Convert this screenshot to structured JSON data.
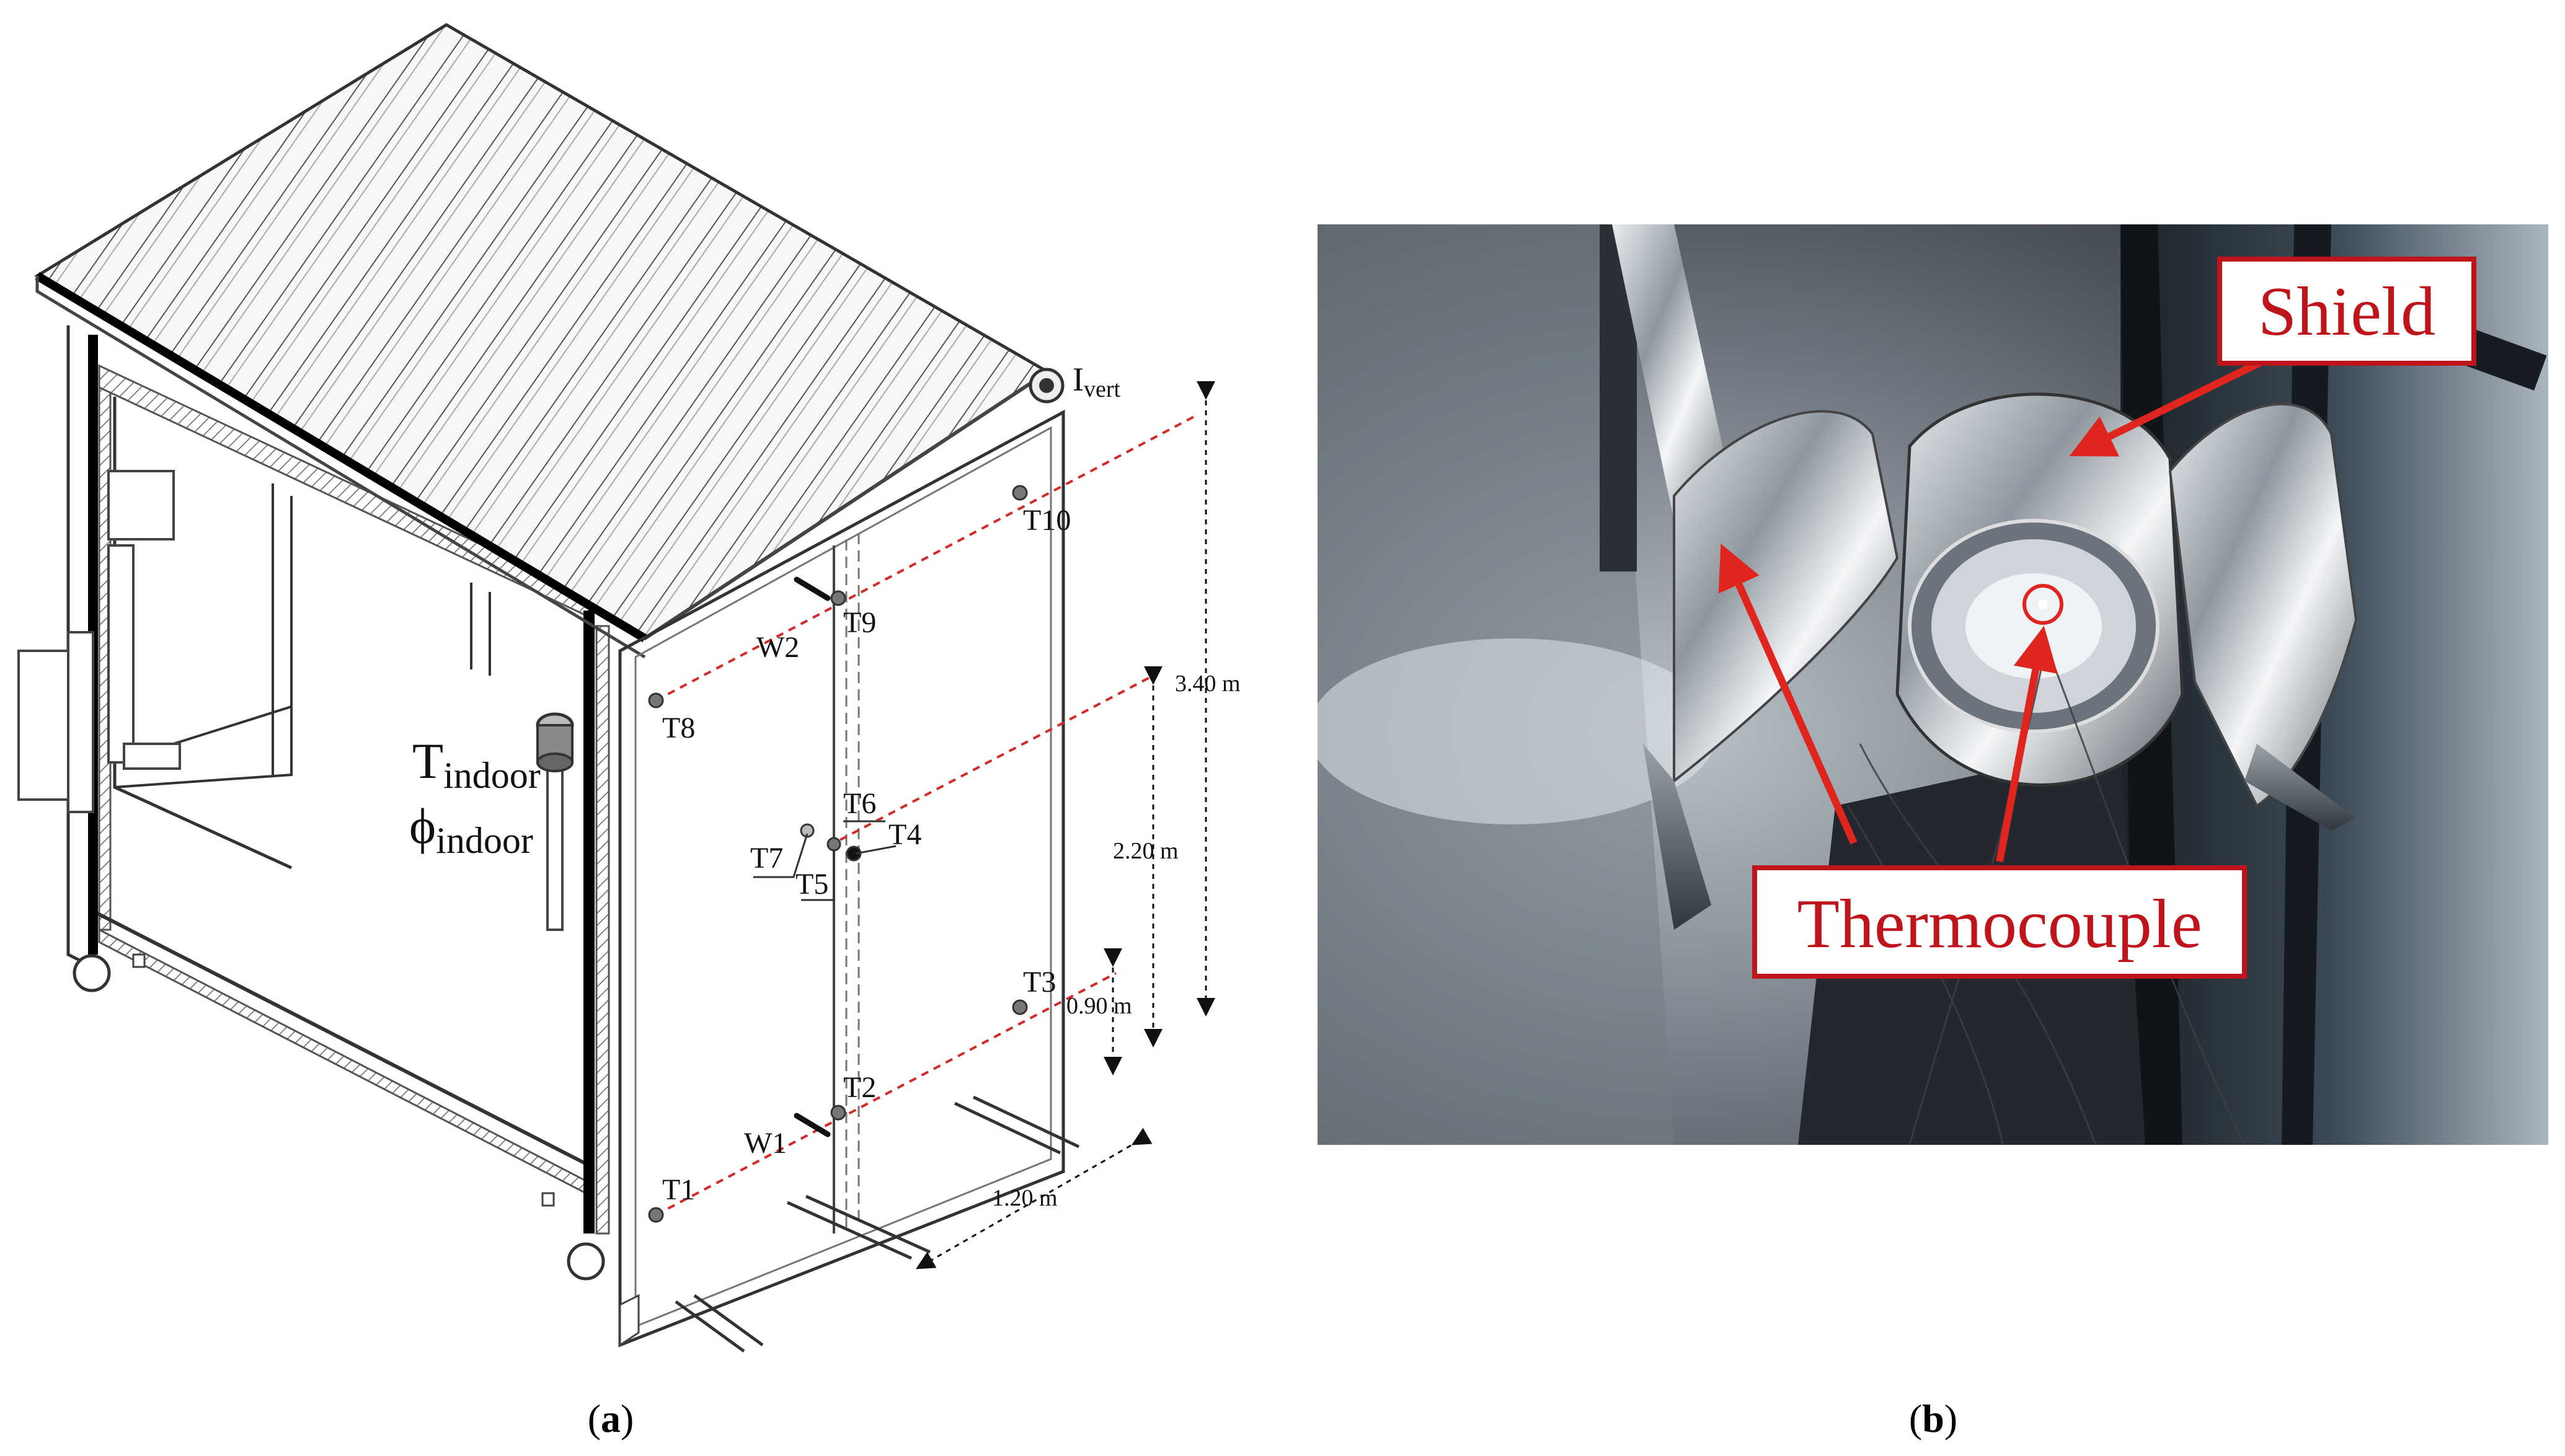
{
  "panel_a": {
    "caption_open": "(",
    "caption_letter": "a",
    "caption_close": ")",
    "sensors": {
      "t1": "T1",
      "t2": "T2",
      "t3": "T3",
      "t4": "T4",
      "t5": "T5",
      "t6": "T6",
      "t7": "T7",
      "t8": "T8",
      "t9": "T9",
      "t10": "T10",
      "w1": "W1",
      "w2": "W2"
    },
    "ivert_main": "I",
    "ivert_sub": "vert",
    "t_indoor_main": "T",
    "t_indoor_sub": "indoor",
    "phi_indoor_main": "ϕ",
    "phi_indoor_sub": "indoor",
    "dimensions": {
      "d340": "3.40 m",
      "d220": "2.20 m",
      "d090": "0.90 m",
      "d120": "1.20 m"
    },
    "colors": {
      "line": "#333333",
      "red_dash": "#d42a2a"
    }
  },
  "panel_b": {
    "caption_open": "(",
    "caption_letter": "b",
    "caption_close": ")",
    "label_shield": "Shield",
    "label_thermocouple": "Thermocouple",
    "colors": {
      "label_red": "#c0141c"
    }
  }
}
